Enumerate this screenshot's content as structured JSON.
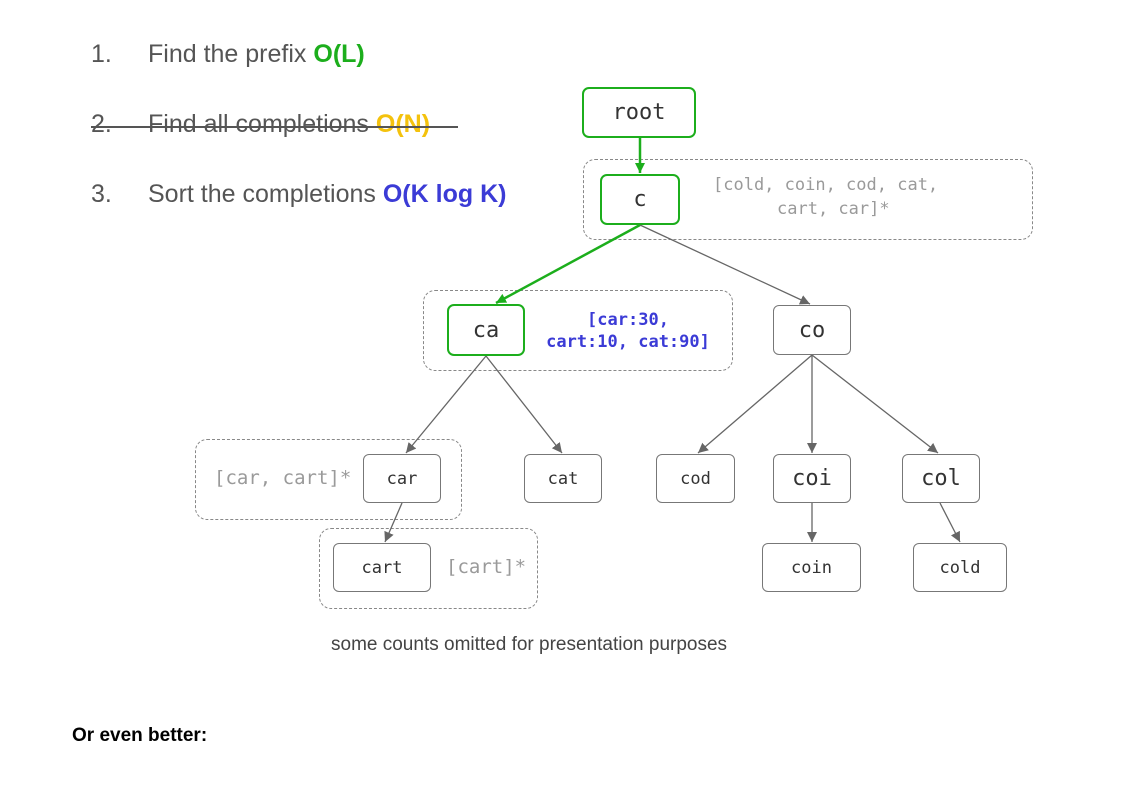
{
  "steps": [
    {
      "num": "1.",
      "text": "Find the prefix",
      "complexity": "O(L)",
      "complexity_color": "#1cae1c",
      "struck": false
    },
    {
      "num": "2.",
      "text": "Find all completions",
      "complexity": "O(N)",
      "complexity_color": "#f4c20d",
      "struck": true
    },
    {
      "num": "3.",
      "text": "Sort the completions",
      "complexity": "O(K log K)",
      "complexity_color": "#3b3bd6",
      "struck": false
    }
  ],
  "trie": {
    "root": "root",
    "c": "c",
    "ca": "ca",
    "co": "co",
    "car": "car",
    "cat": "cat",
    "cod": "cod",
    "coi": "coi",
    "col": "col",
    "cart": "cart",
    "coin": "coin",
    "cold": "cold"
  },
  "annotations": {
    "c_line1": "[cold, coin, cod, cat,",
    "c_line2": "cart, car]*",
    "ca_line1": "[car:30,",
    "ca_line2": "cart:10, cat:90]",
    "car": "[car, cart]*",
    "cart": "[cart]*"
  },
  "colors": {
    "highlight_path": "#1cae1c",
    "counts_text": "#3b3bd6",
    "edge": "#666666"
  },
  "caption": "some counts omitted for presentation purposes",
  "heading": "Or even better:"
}
